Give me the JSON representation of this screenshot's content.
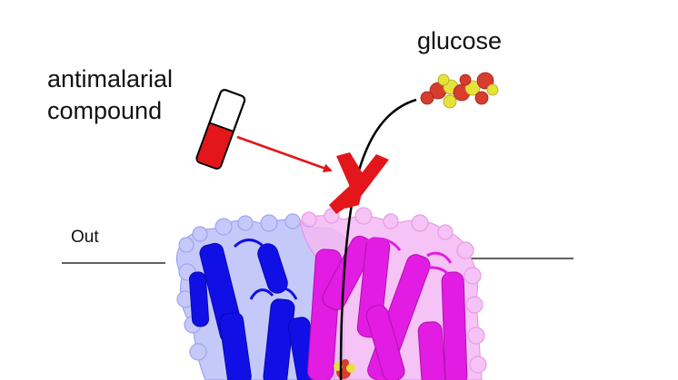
{
  "labels": {
    "glucose": "glucose",
    "compound_line1": "antimalarial",
    "compound_line2": "compound",
    "out": "Out"
  },
  "colors": {
    "background": "#ffffff",
    "text": "#111111",
    "inhibitor_arrow": "#e3161b",
    "block_mark": "#e3161b",
    "pathway_line": "#000000",
    "membrane_line": "#000000",
    "transporter_blue": "#1414e6",
    "transporter_blue_surface": "#b9bdf7",
    "transporter_magenta": "#e21ce2",
    "transporter_magenta_surface": "#f3b7f3",
    "glucose_oxygen": "#d83c2e",
    "glucose_carbon": "#e6e23a",
    "vial_fill": "#e3161b"
  },
  "icons": {
    "compound": "vial-icon",
    "glucose": "glucose-molecule-icon",
    "block": "x-mark-icon"
  }
}
